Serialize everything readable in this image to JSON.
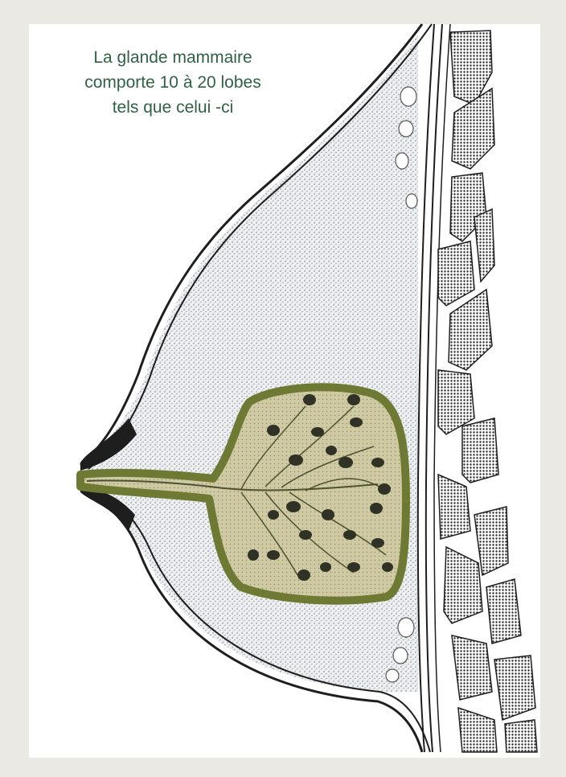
{
  "caption": {
    "lines": [
      "La glande mammaire",
      "comporte 10 à 20 lobes",
      "tels que celui -ci"
    ]
  },
  "colors": {
    "frame": "#ebe9e3",
    "panel": "#ffffff",
    "caption": "#2f6145",
    "outline": "#1e1e1e",
    "stipple": "#d6d8dc",
    "lobe_border": "#6e7a34",
    "lobe_fill": "#c9c69e",
    "lobule": "#303226",
    "muscle": "#3a3a3a"
  },
  "icons": {
    "diagram": "breast-cross-section-icon",
    "lobe": "mammary-lobe-icon",
    "nipple": "nipple-icon",
    "muscle": "pectoral-muscle-icon"
  }
}
